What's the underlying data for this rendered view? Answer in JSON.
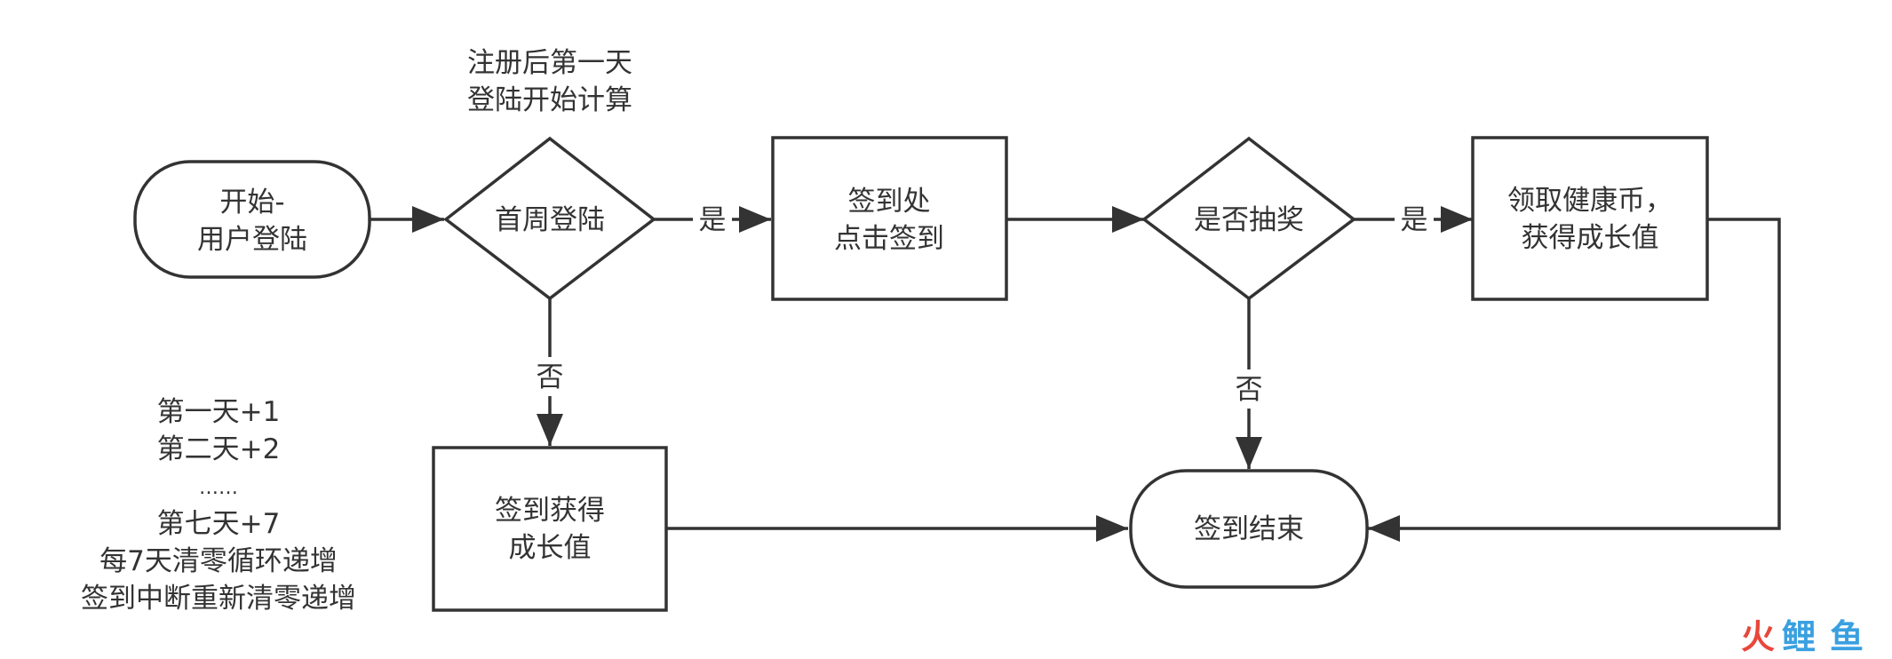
{
  "diagram": {
    "nodes": {
      "start": {
        "lines": [
          "开始-",
          "用户登陆"
        ]
      },
      "first_week": {
        "lines": [
          "首周登陆"
        ]
      },
      "sign_in_click": {
        "lines": [
          "签到处",
          "点击签到"
        ]
      },
      "lottery": {
        "lines": [
          "是否抽奖"
        ]
      },
      "get_coin": {
        "lines": [
          "领取健康币，",
          "获得成长值"
        ]
      },
      "get_growth": {
        "lines": [
          "签到获得",
          "成长值"
        ]
      },
      "end": {
        "lines": [
          "签到结束"
        ]
      }
    },
    "edge_labels": {
      "yes": "是",
      "no": "否"
    },
    "notes": {
      "top": [
        "注册后第一天",
        "登陆开始计算"
      ],
      "rules": [
        "第一天+1",
        "第二天+2",
        "……",
        "第七天+7",
        "每7天清零循环递增",
        "签到中断重新清零递增"
      ]
    }
  },
  "watermark": {
    "part1": "火",
    "part2": "鲤",
    "part3": "鱼"
  }
}
